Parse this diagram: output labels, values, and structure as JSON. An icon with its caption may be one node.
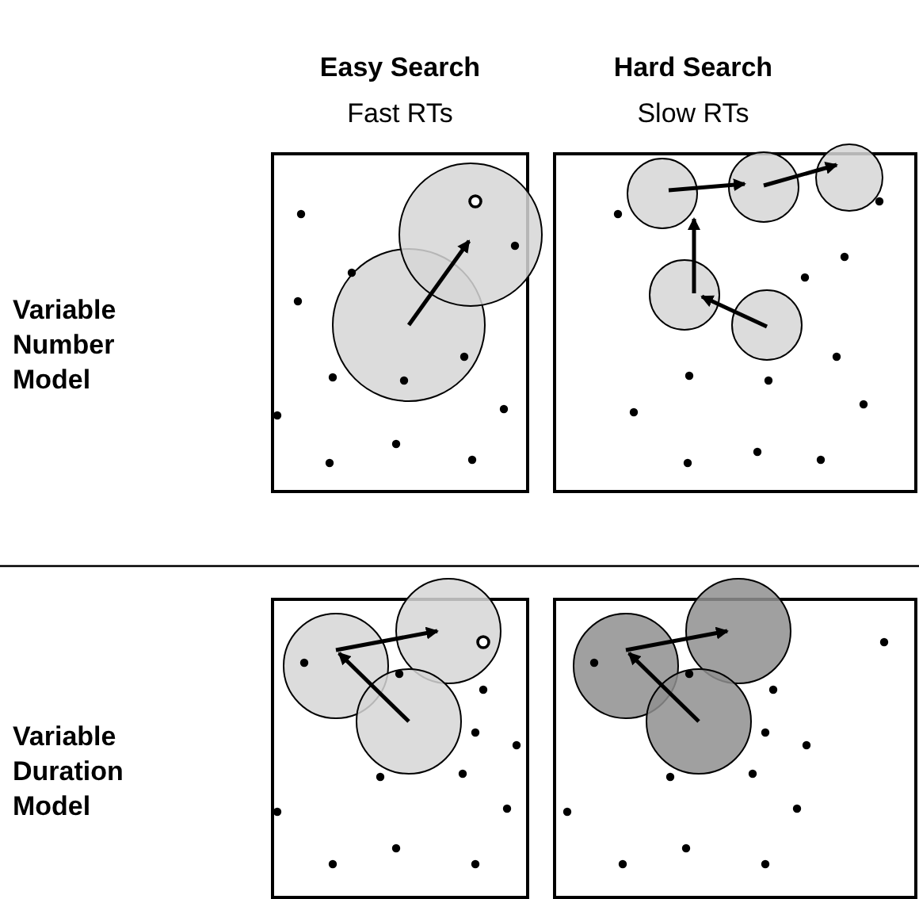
{
  "diagram": {
    "labels": [
      "Easy Search",
      "Fast RTs",
      "Hard Search",
      "Slow RTs",
      "Variable Number Model",
      "Variable Duration Model"
    ]
  }
}
